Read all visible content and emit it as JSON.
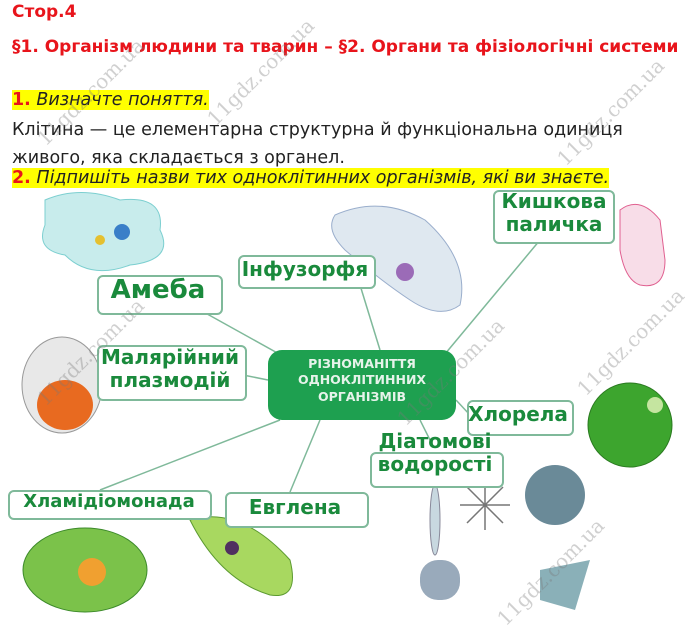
{
  "header": {
    "page": "Стор.4",
    "title": "§1. Організм людини та тварин – §2. Органи та фізіологічні системи"
  },
  "task1": {
    "number": "1.",
    "prompt": "Визначте поняття.",
    "answer": "Клітина — це елементарна структурна й функціональна одиниця живого, яка складається з органел."
  },
  "task2": {
    "number": "2.",
    "prompt": "Підпишіть назви тих одноклітинних організмів, які ви знаєте."
  },
  "diagram": {
    "center": "РІЗНОМАНІТТЯ ОДНОКЛІТИННИХ ОРГАНІЗМІВ",
    "labels": {
      "amoeba": "Амеба",
      "infusoria": "Інфузорфя",
      "ecoli": "Кишкова паличка",
      "plasmodium": "Малярійний плазмодій",
      "chlorella": "Хлорела",
      "diatoms": "Діатомові водорості",
      "chlamydomonas": "Хламідіомонада",
      "euglena": "Евглена"
    }
  },
  "watermark": "11gdz.com.ua"
}
